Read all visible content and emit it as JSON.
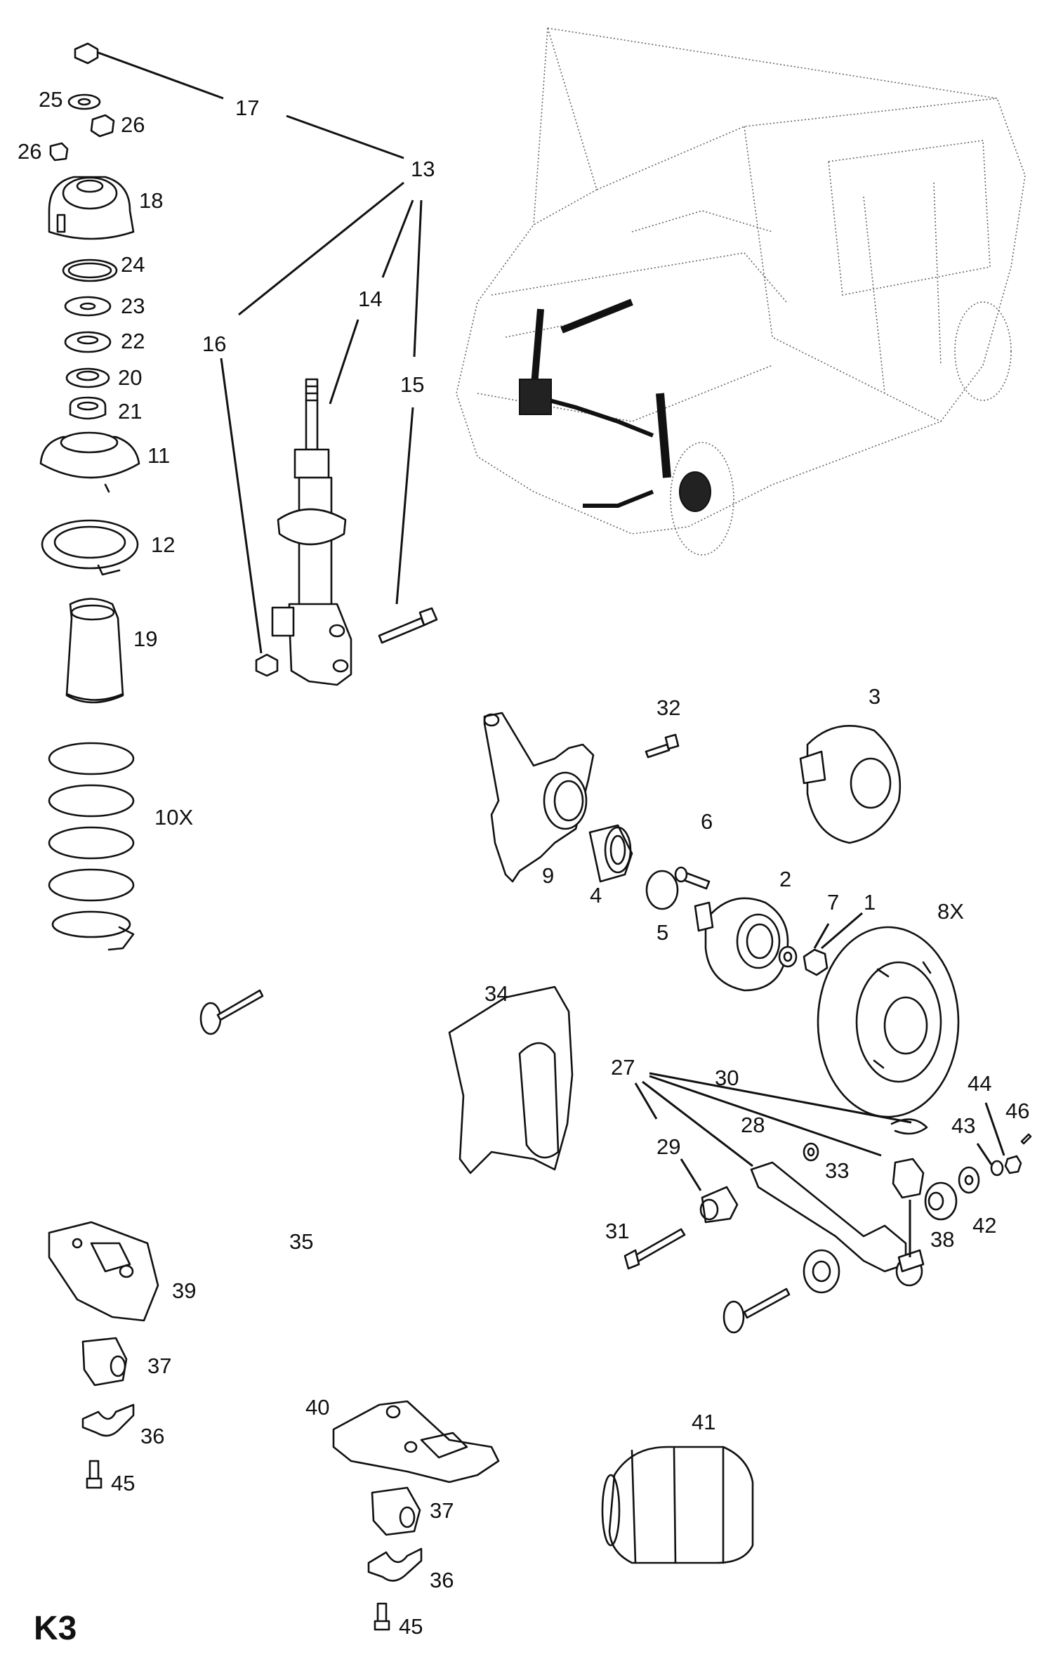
{
  "diagram": {
    "title": "K3",
    "callouts": [
      "1",
      "2",
      "3",
      "4",
      "5",
      "6",
      "7",
      "8X",
      "9",
      "10X",
      "11",
      "12",
      "13",
      "14",
      "15",
      "16",
      "17",
      "18",
      "19",
      "20",
      "21",
      "22",
      "23",
      "24",
      "25",
      "26",
      "26",
      "27",
      "28",
      "29",
      "30",
      "31",
      "32",
      "33",
      "34",
      "35",
      "36",
      "36",
      "37",
      "37",
      "38",
      "39",
      "40",
      "41",
      "42",
      "43",
      "44",
      "45",
      "45",
      "46"
    ]
  }
}
